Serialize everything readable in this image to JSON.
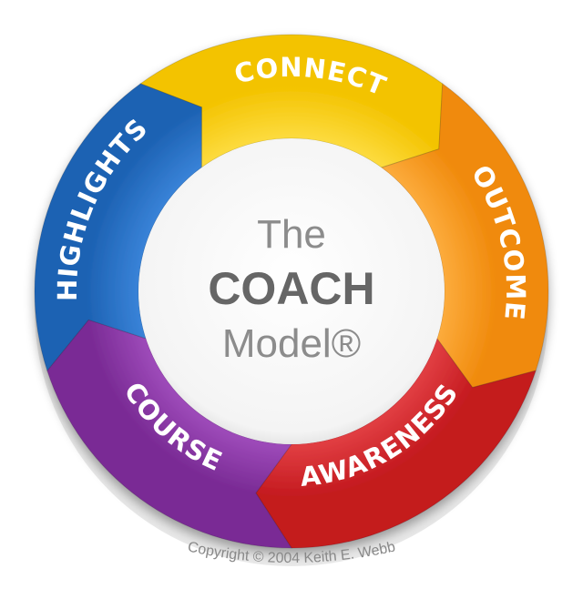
{
  "diagram": {
    "center": {
      "line1": "The",
      "line2": "COACH",
      "line3": "Model®"
    },
    "segments": [
      {
        "label": "CONNECT",
        "color": "#f3c300",
        "highlight": "#ffe14d"
      },
      {
        "label": "OUTCOME",
        "color": "#f08a0c",
        "highlight": "#ffb347"
      },
      {
        "label": "AWARENESS",
        "color": "#c41a1f",
        "highlight": "#e8474b"
      },
      {
        "label": "COURSE",
        "color": "#7a2b95",
        "highlight": "#a652c2"
      },
      {
        "label": "HIGHLIGHTS",
        "color": "#1d62b3",
        "highlight": "#3f8ae0"
      }
    ],
    "copyright": "Copyright © 2004 Keith E. Webb"
  }
}
